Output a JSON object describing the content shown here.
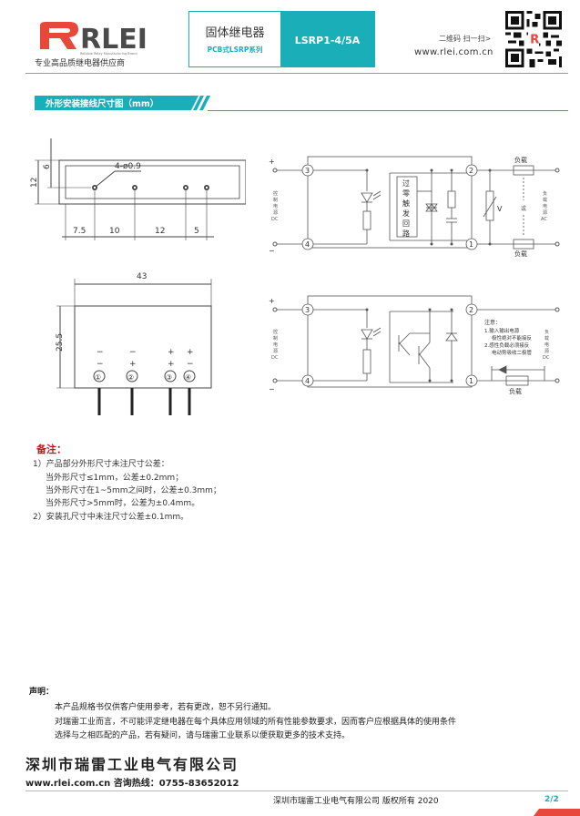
{
  "header": {
    "logo_text": "RLEI",
    "logo_subtext": "Reliable Relay Manufacturing Brand",
    "tagline": "专业高品质继电器供应商",
    "product_cn": "固体继电器",
    "product_series": "PCB式LSRP系列",
    "model": "LSRP1-4/5A",
    "qr_caption": "二维码 扫一扫>",
    "website": "www.rlei.com.cn"
  },
  "section": {
    "title": "外形安装接线尺寸图（mm）"
  },
  "dim_top": {
    "height_12": "12",
    "height_6": "6",
    "holes": "4-ø0.9",
    "d1": "7.5",
    "d2": "10",
    "d3": "12",
    "d4": "5"
  },
  "dim_front": {
    "width": "43",
    "height": "25.5",
    "pins": [
      "①",
      "②",
      "③",
      "④"
    ],
    "pol_top": [
      "−",
      "−",
      "+",
      "+"
    ],
    "pol_bot": [
      "−",
      "+",
      "+",
      "−"
    ]
  },
  "circuit1": {
    "pins": [
      "3",
      "4",
      "2",
      "1"
    ],
    "left_label": [
      "控",
      "制",
      "电",
      "源",
      "DC"
    ],
    "right_label": [
      "负",
      "载",
      "电",
      "源",
      "AC"
    ],
    "box": [
      "过",
      "零",
      "触",
      "发",
      "回",
      "路"
    ],
    "load": "负载",
    "load2": "负载",
    "or": "或",
    "v": "V",
    "plus": "+",
    "minus": "−"
  },
  "circuit2": {
    "pins": [
      "3",
      "4",
      "2",
      "1"
    ],
    "left_label": [
      "控",
      "制",
      "电",
      "源",
      "DC"
    ],
    "right_label": [
      "负",
      "载",
      "电",
      "源",
      "DC"
    ],
    "note_title": "注意：",
    "note_lines": [
      "1.输入输出电源",
      "极性绝对不能接反",
      "2.感性负载必须接反",
      "电动势吸收二极管"
    ],
    "load": "负载",
    "plus": "+",
    "minus": "−"
  },
  "notes": {
    "title": "备注：",
    "lines": [
      "1）产品部分外形尺寸未注尺寸公差：",
      "当外形尺寸≤1mm，公差±0.2mm；",
      "当外形尺寸在1~5mm之间时，公差±0.3mm；",
      "当外形尺寸>5mm时，公差为±0.4mm。",
      "2）安装孔尺寸中未注尺寸公差±0.1mm。"
    ]
  },
  "declaration": {
    "title": "声明：",
    "lines": [
      "本产品规格书仅供客户使用参考，若有更改，恕不另行通知。",
      "对瑞雷工业而言，不可能评定继电器在每个具体应用领域的所有性能参数要求，因而客户应根据具体的使用条件",
      "选择与之相匹配的产品，若有疑问，请与瑞雷工业联系以便获取更多的技术支持。"
    ]
  },
  "footer": {
    "company": "深圳市瑞雷工业电气有限公司",
    "contact": "www.rlei.com.cn   咨询热线：0755-83652012",
    "copyright": "深圳市瑞雷工业电气有限公司     版权所有     2020",
    "page": "2/2"
  },
  "colors": {
    "accent": "#1aaeb8",
    "brand_red": "#e8473b",
    "note_red": "#c4161c"
  }
}
